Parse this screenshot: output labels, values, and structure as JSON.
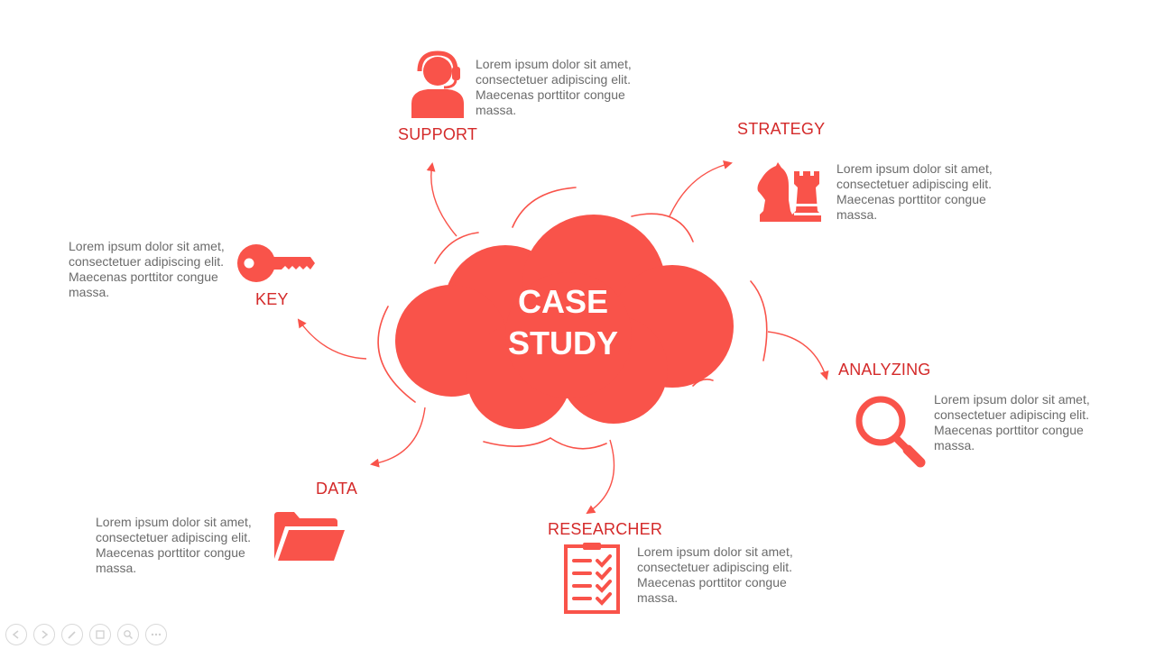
{
  "center": {
    "line1": "CASE",
    "line2": "STUDY"
  },
  "lorem": {
    "line1": "Lorem ipsum dolor sit amet,",
    "line2": "consectetuer adipiscing elit.",
    "line3": "Maecenas porttitor congue",
    "line4": "massa."
  },
  "nodes": {
    "support": {
      "label": "SUPPORT",
      "icon": "headset-support-icon"
    },
    "strategy": {
      "label": "STRATEGY",
      "icon": "chess-icon"
    },
    "key": {
      "label": "KEY",
      "icon": "key-icon"
    },
    "analyzing": {
      "label": "ANALYZING",
      "icon": "magnifier-icon"
    },
    "data": {
      "label": "DATA",
      "icon": "folder-icon"
    },
    "researcher": {
      "label": "RESEARCHER",
      "icon": "checklist-icon"
    }
  },
  "colors": {
    "accent": "#f9534a",
    "label": "#d42a2a",
    "text": "#6b6b6b"
  },
  "toolbar": [
    "prev-icon",
    "next-icon",
    "pen-icon",
    "slides-icon",
    "zoom-icon",
    "more-icon"
  ]
}
